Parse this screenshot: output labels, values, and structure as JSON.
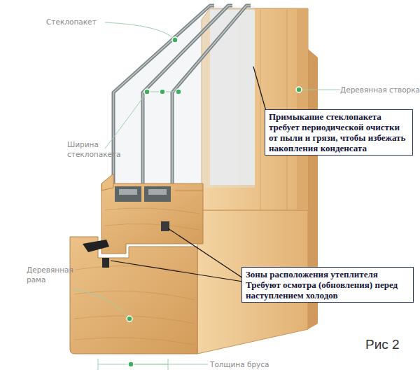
{
  "diagram": {
    "caption": "Рис 2",
    "nodes": [
      {
        "text": [
          "Примыкание стеклопакета требует периодической очистки от пыли и грязи, чтобы избежать накопления конденсата"
        ]
      },
      {
        "text": [
          "Зоны расположения утеплителя Требуют осмотра (обновления) перед наступлением холодов"
        ]
      }
    ],
    "labels": [
      "Стеклопакет",
      "Деревянная створка",
      "Ширина стеклопакета",
      "Деревянная рама",
      "Толщина бруса"
    ]
  }
}
